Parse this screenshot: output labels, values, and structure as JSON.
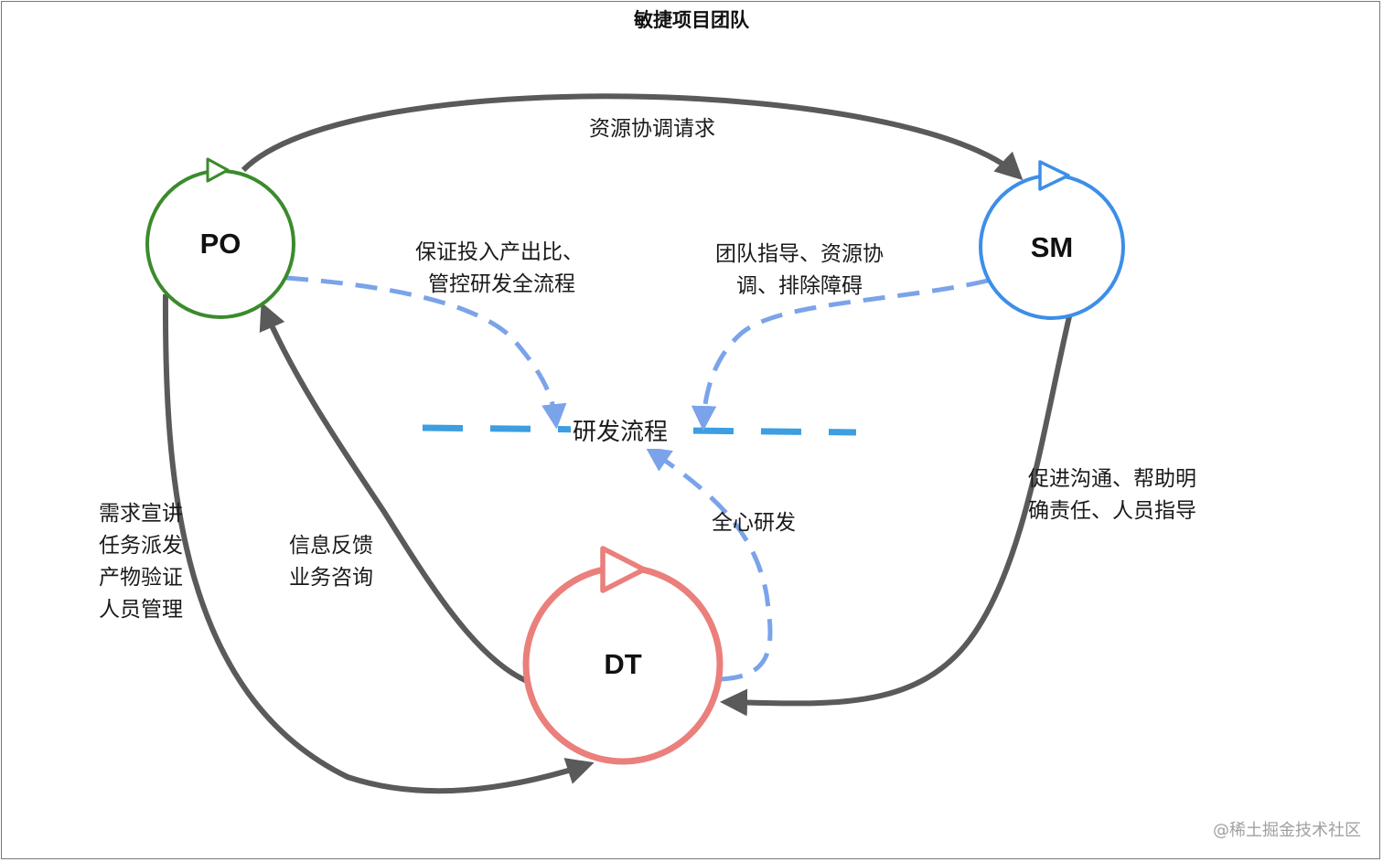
{
  "title": "敏捷项目团队",
  "nodes": {
    "po": {
      "label": "PO",
      "color": "#3b8b2c"
    },
    "sm": {
      "label": "SM",
      "color": "#3d8ee8"
    },
    "dt": {
      "label": "DT",
      "color": "#ea7f7c"
    }
  },
  "process": {
    "label": "研发流程",
    "color": "#3d9ee0"
  },
  "edges": {
    "po_to_sm": {
      "label": "资源协调请求"
    },
    "po_to_process": {
      "lines": [
        "保证投入产出比、",
        "管控研发全流程"
      ]
    },
    "sm_to_process": {
      "lines": [
        "团队指导、资源协",
        "调、排除障碍"
      ]
    },
    "dt_to_process": {
      "label": "全心研发"
    },
    "sm_to_dt": {
      "lines": [
        "促进沟通、帮助明",
        "确责任、人员指导"
      ]
    },
    "po_to_dt": {
      "lines": [
        "需求宣讲",
        "任务派发",
        "产物验证",
        "人员管理"
      ]
    },
    "dt_to_po": {
      "lines": [
        "信息反馈",
        "业务咨询"
      ]
    }
  },
  "colors": {
    "arrow": "#5a5a5a",
    "dashed": "#7ba3ea"
  },
  "watermark": "@稀土掘金技术社区"
}
